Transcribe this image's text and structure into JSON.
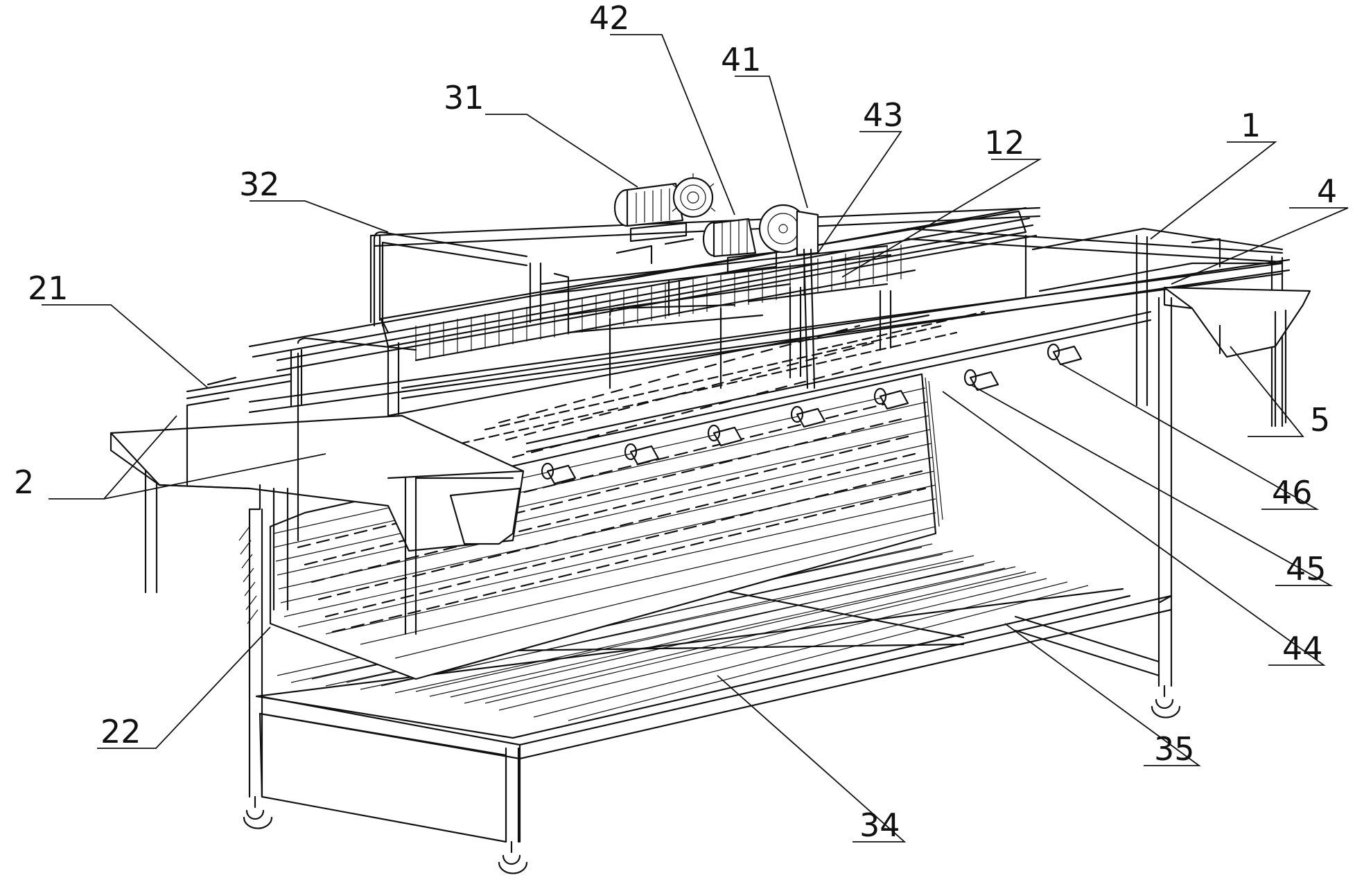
{
  "figure": {
    "background": "#ffffff",
    "line_color": "#111111"
  },
  "callouts": [
    {
      "id": "c42",
      "label": "42"
    },
    {
      "id": "c41",
      "label": "41"
    },
    {
      "id": "c31",
      "label": "31"
    },
    {
      "id": "c43",
      "label": "43"
    },
    {
      "id": "c12",
      "label": "12"
    },
    {
      "id": "c1",
      "label": "1"
    },
    {
      "id": "c32",
      "label": "32"
    },
    {
      "id": "c4",
      "label": "4"
    },
    {
      "id": "c21",
      "label": "21"
    },
    {
      "id": "c2",
      "label": "2"
    },
    {
      "id": "c5",
      "label": "5"
    },
    {
      "id": "c46",
      "label": "46"
    },
    {
      "id": "c45",
      "label": "45"
    },
    {
      "id": "c44",
      "label": "44"
    },
    {
      "id": "c22",
      "label": "22"
    },
    {
      "id": "c35",
      "label": "35"
    },
    {
      "id": "c34",
      "label": "34"
    }
  ]
}
